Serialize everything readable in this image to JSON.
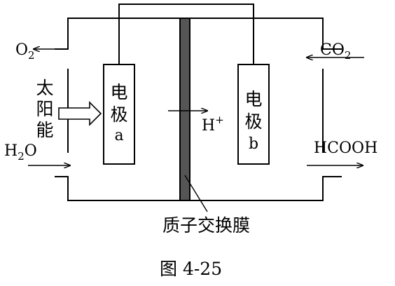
{
  "diagram": {
    "figure_caption": "图 4-25",
    "electrode_a": {
      "line1": "电",
      "line2": "极",
      "letter": "a"
    },
    "electrode_b": {
      "line1": "电",
      "line2": "极",
      "letter": "b"
    },
    "membrane_label": "质子交换膜",
    "solar_label": {
      "c1": "太",
      "c2": "阳",
      "c3": "能"
    },
    "o2": {
      "main": "O",
      "sub": "2"
    },
    "co2": {
      "main": "CO",
      "sub": "2"
    },
    "h2o": {
      "main": "H",
      "sub": "2",
      "tail": "O"
    },
    "hplus": {
      "main": "H",
      "sup": "+"
    },
    "hcooh": "HCOOH",
    "colors": {
      "line": "#000000",
      "membrane": "#555555",
      "background": "#ffffff"
    }
  }
}
